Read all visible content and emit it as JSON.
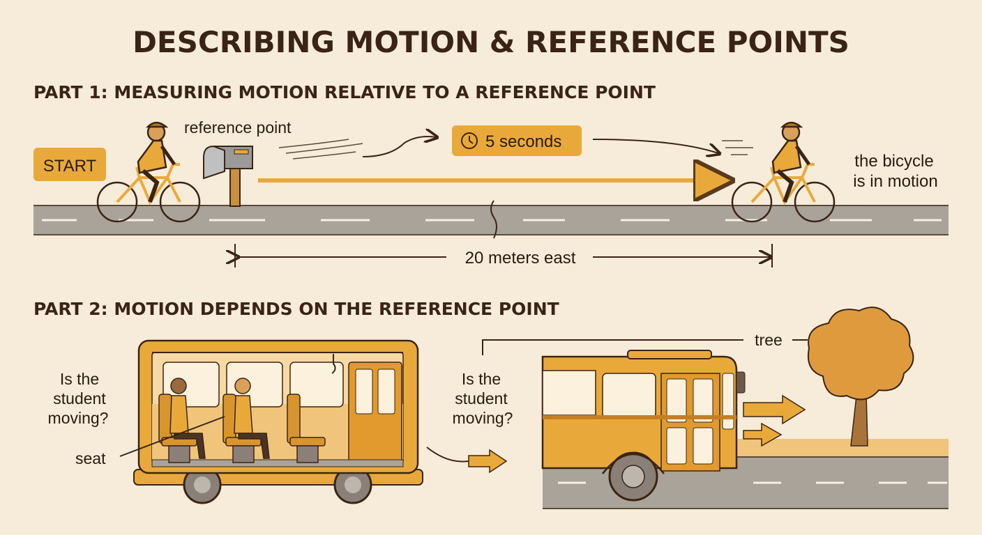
{
  "title": "DESCRIBING MOTION & REFERENCE POINTS",
  "part1": {
    "heading": "PART 1: MEASURING MOTION RELATIVE TO A REFERENCE POINT",
    "start_label": "START",
    "reference_label": "reference point",
    "time_label": "5 seconds",
    "motion_label_line1": "the bicycle",
    "motion_label_line2": "is in motion",
    "distance_label": "20 meters east"
  },
  "part2": {
    "heading": "PART 2: MOTION DEPENDS ON THE REFERENCE POINT",
    "question_left": [
      "Is the",
      "student",
      "moving?"
    ],
    "seat_label": "seat",
    "question_right": [
      "Is the",
      "student",
      "moving?"
    ],
    "tree_label": "tree"
  },
  "colors": {
    "background": "#f6ecd9",
    "accent": "#e9a93a",
    "dark_brown": "#3a2414",
    "road": "#a9a39a"
  }
}
